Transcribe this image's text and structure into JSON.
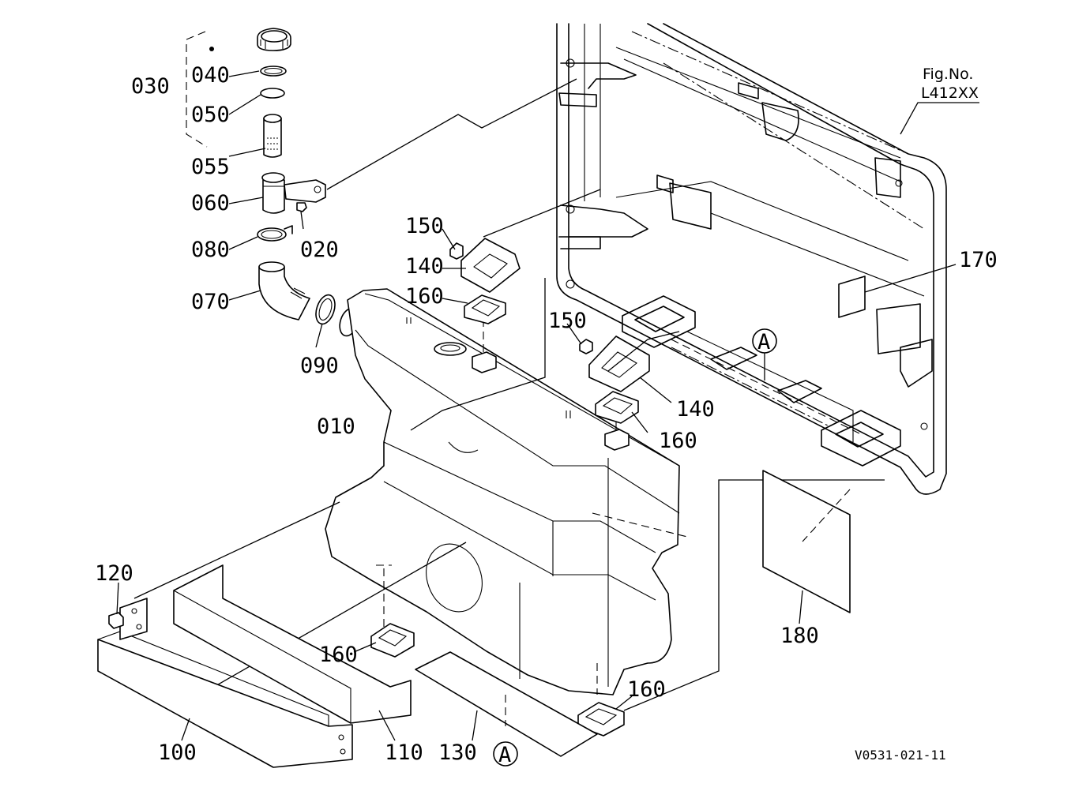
{
  "figure": {
    "fig_label_line1": "Fig.No.",
    "fig_label_line2": "L412XX",
    "drawing_code": "V0531-021-11"
  },
  "parts": {
    "p010": "010",
    "p020": "020",
    "p030": "030",
    "p040": "040",
    "p050": "050",
    "p055": "055",
    "p060": "060",
    "p070": "070",
    "p080": "080",
    "p090": "090",
    "p100": "100",
    "p110": "110",
    "p120": "120",
    "p130": "130",
    "p140a": "140",
    "p140b": "140",
    "p150a": "150",
    "p150b": "150",
    "p160a": "160",
    "p160b": "160",
    "p160c": "160",
    "p160d": "160",
    "p170": "170",
    "p180": "180"
  },
  "reference_marks": {
    "mark_a_top": "A",
    "mark_a_bottom": "A"
  }
}
